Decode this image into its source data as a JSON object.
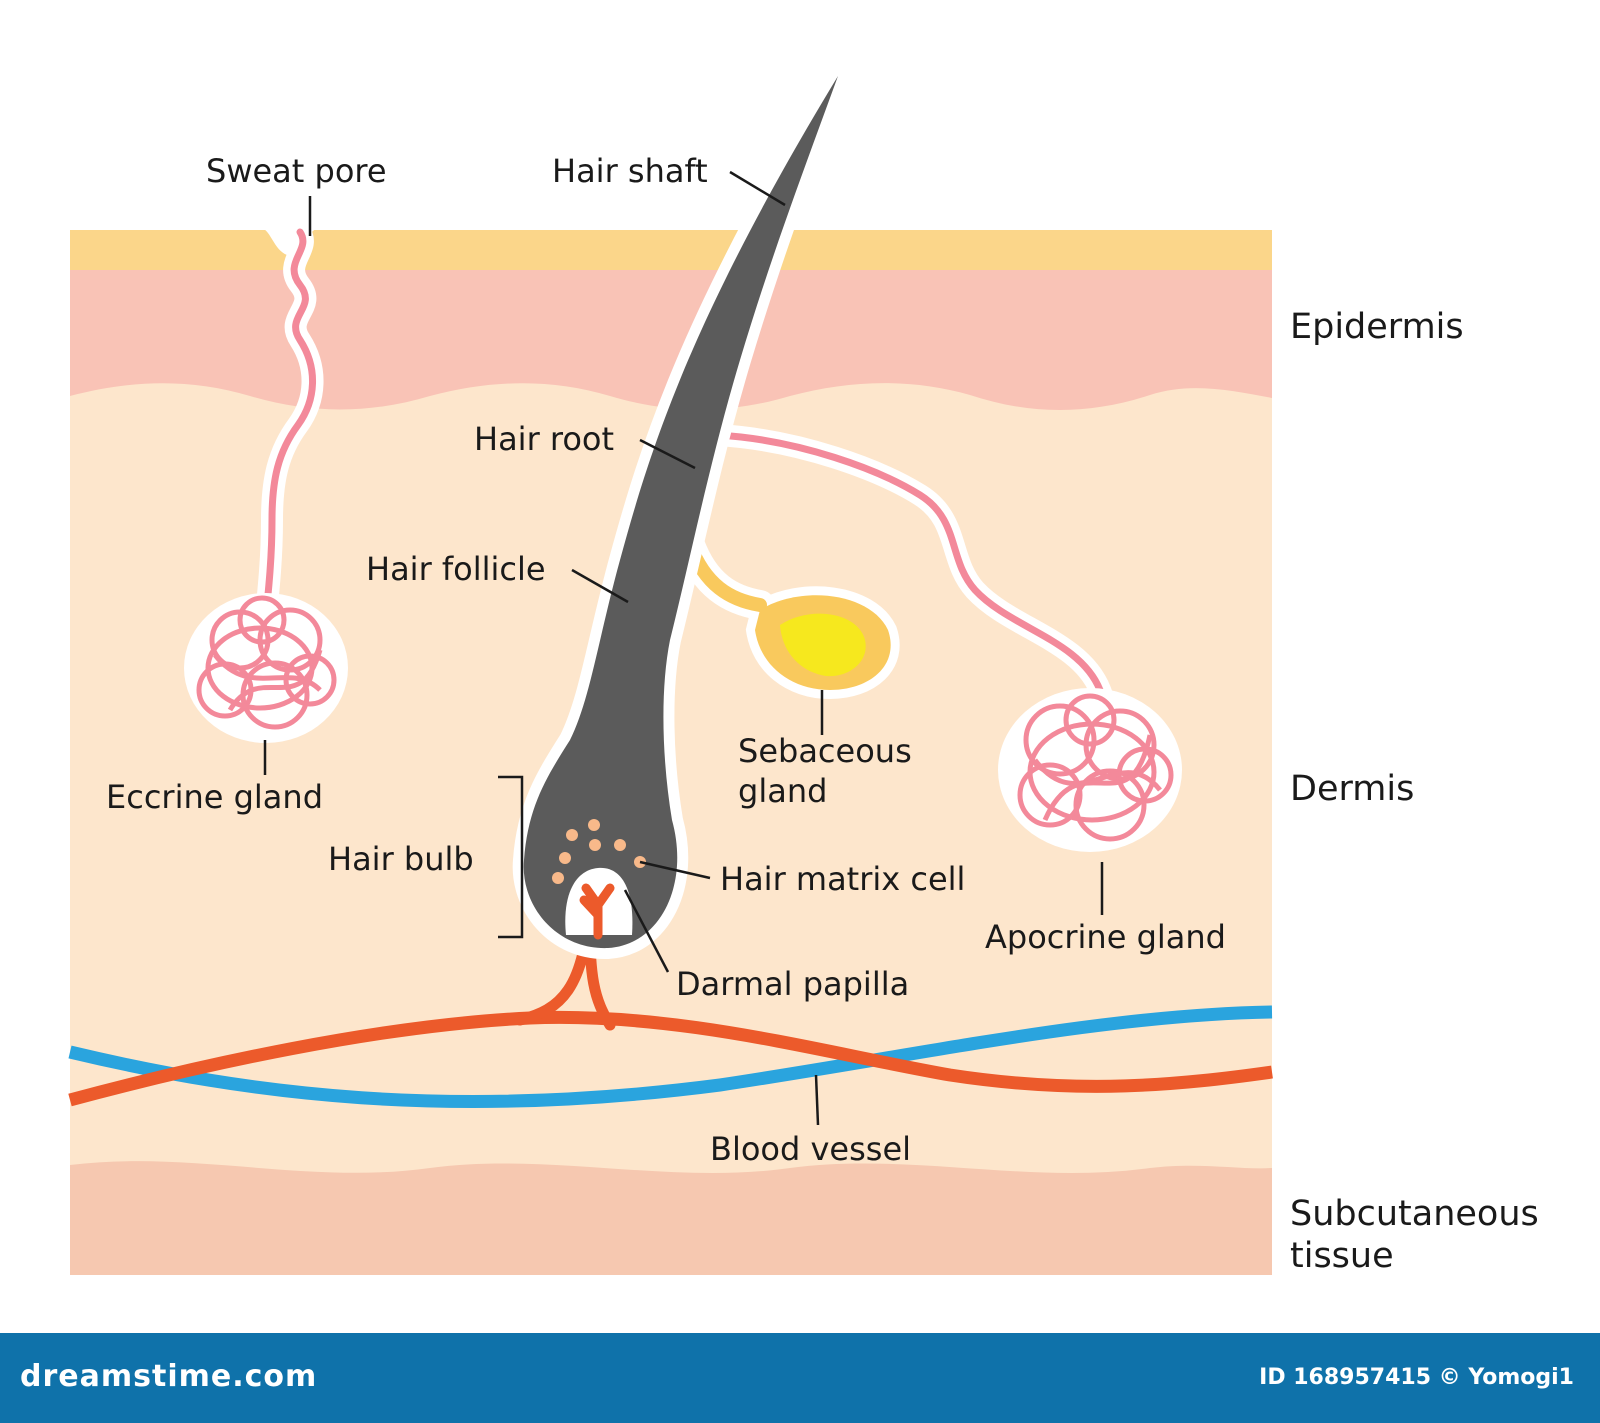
{
  "labels": {
    "sweat_pore": "Sweat pore",
    "hair_shaft": "Hair shaft",
    "hair_root": "Hair root",
    "hair_follicle": "Hair follicle",
    "sebaceous_gland_line1": "Sebaceous",
    "sebaceous_gland_line2": "gland",
    "eccrine_gland": "Eccrine gland",
    "hair_bulb": "Hair bulb",
    "hair_matrix_cell": "Hair matrix cell",
    "darmal_papilla": "Darmal papilla",
    "apocrine_gland": "Apocrine gland",
    "blood_vessel": "Blood vessel"
  },
  "layers": {
    "epidermis": "Epidermis",
    "dermis": "Dermis",
    "subcutaneous_line1": "Subcutaneous",
    "subcutaneous_line2": "tissue"
  },
  "footer": {
    "brand": "dreamstime.com",
    "credit": "ID 168957415 © Yomogi1"
  },
  "colors": {
    "stratum_corneum": "#fbd68a",
    "epidermis": "#f9c3b6",
    "dermis": "#fde6cc",
    "subcutaneous": "#f6c8b0",
    "hair": "#5b5b5b",
    "sweat_duct": "#f3899a",
    "sebum": "#f6e81e",
    "sebaceous_outer": "#f9c95d",
    "artery": "#ec5a2b",
    "vein": "#2aa4de",
    "matrix_cell": "#f8b98a",
    "footer": "#0f72aa"
  }
}
